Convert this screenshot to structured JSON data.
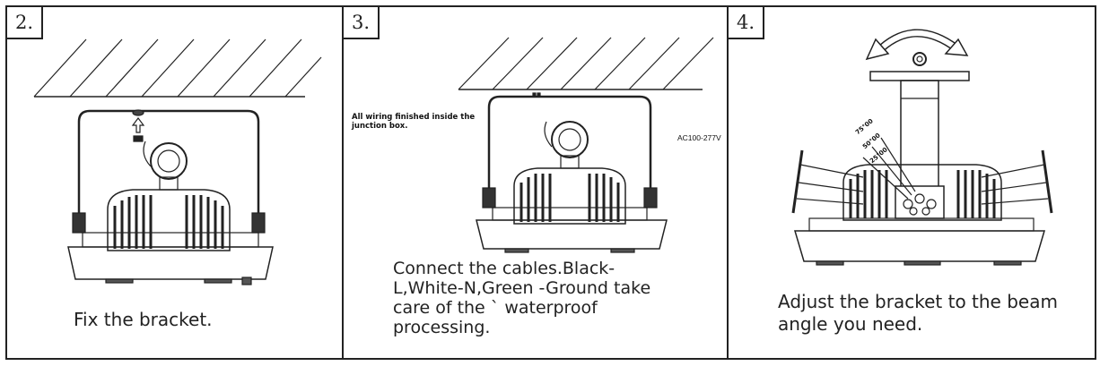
{
  "steps": [
    {
      "number": "2.",
      "caption": "Fix the bracket."
    },
    {
      "number": "3.",
      "caption": "Connect the cables.Black-L,White-N,Green -Ground take care of the ` waterproof processing.",
      "note": "All wiring finished inside the junction box.",
      "voltage": "AC100-277V"
    },
    {
      "number": "4.",
      "caption": "Adjust the bracket to the beam angle you need.",
      "angles": [
        "75°00",
        "50°00",
        "25°00"
      ]
    }
  ]
}
